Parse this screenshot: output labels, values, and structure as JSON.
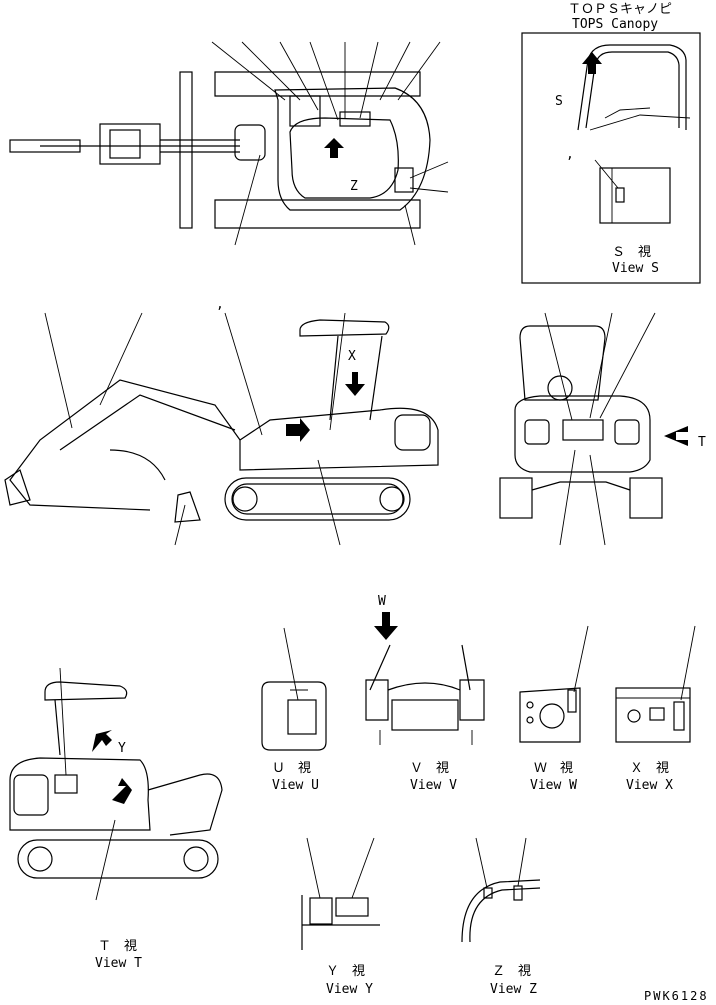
{
  "title_jp": "ＴＯＰＳキャノピ",
  "title_en": "TOPS Canopy",
  "letters": {
    "S": "S",
    "Z": "Z",
    "X": "X",
    "T": "T",
    "W": "W",
    "Y": "Y"
  },
  "views": {
    "S": {
      "jp": "Ｓ　視",
      "en": "View S"
    },
    "U": {
      "jp": "Ｕ　視",
      "en": "View U"
    },
    "V": {
      "jp": "Ｖ　視",
      "en": "View V"
    },
    "W": {
      "jp": "Ｗ　視",
      "en": "View W"
    },
    "X": {
      "jp": "Ｘ　視",
      "en": "View X"
    },
    "T": {
      "jp": "Ｔ　視",
      "en": "View T"
    },
    "Y": {
      "jp": "Ｙ　視",
      "en": "View Y"
    },
    "Z": {
      "jp": "Ｚ　視",
      "en": "View Z"
    }
  },
  "drawing_number": "PWK6128",
  "colors": {
    "ink": "#000000",
    "paper": "#ffffff"
  }
}
